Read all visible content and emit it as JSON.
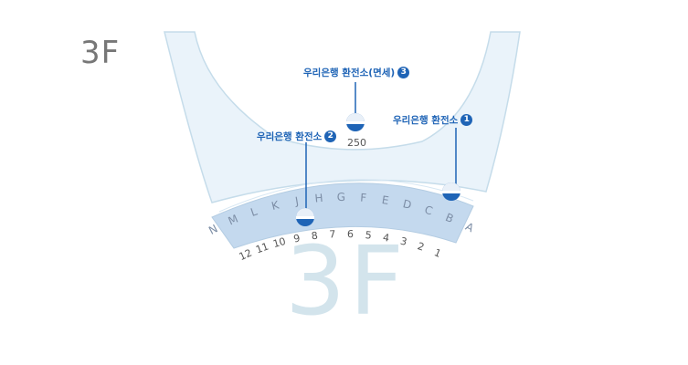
{
  "floor": {
    "label": "3F",
    "watermark": "3F"
  },
  "terminal_gate_number": "250",
  "zones": [
    "N",
    "M",
    "L",
    "K",
    "J",
    "H",
    "G",
    "F",
    "E",
    "D",
    "C",
    "B",
    "A"
  ],
  "gates": [
    "12",
    "11",
    "10",
    "9",
    "8",
    "7",
    "6",
    "5",
    "4",
    "3",
    "2",
    "1"
  ],
  "exchange_booths": [
    {
      "label": "우리은행 환전소",
      "number": "1"
    },
    {
      "label": "우리은행 환전소",
      "number": "2"
    },
    {
      "label": "우리은행 환전소(면세)",
      "number": "3"
    }
  ],
  "colors": {
    "floor_fill": "#eaf3fa",
    "floor_outline": "#c5dcea",
    "counter_band": "#c4d9ee",
    "accent_blue": "#1f64b6",
    "zone_text": "#7d8ea6",
    "gate_text": "#555555",
    "watermark": "#d3e4ec"
  },
  "icons": [
    "exchange-booth-icon"
  ]
}
